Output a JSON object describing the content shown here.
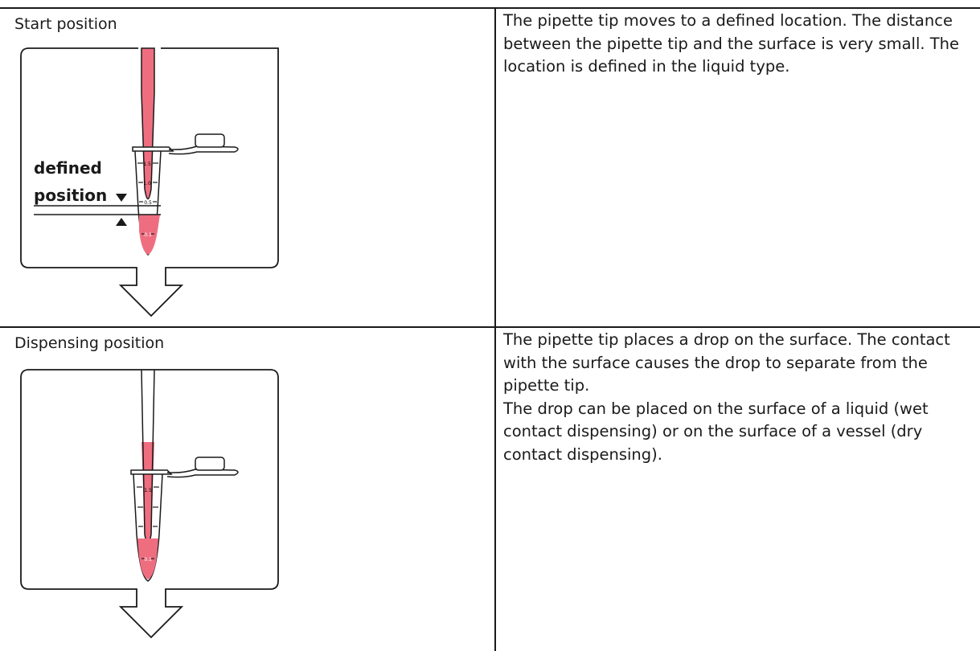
{
  "rows": [
    {
      "title": "Start position",
      "description": [
        "The pipette tip moves to a defined location. The distance between the pipette tip and the surface is very small. The location is defined in the liquid type."
      ],
      "figure": {
        "annotation_line1": "defined",
        "annotation_line2": "position",
        "tube_marks": [
          "1.5",
          "1.0",
          "0.5",
          "0.1"
        ]
      }
    },
    {
      "title": "Dispensing position",
      "description": [
        "The pipette tip places a drop on the surface. The contact with the surface causes the drop to separate from the pipette tip.",
        "The drop can be placed on the surface of a liquid (wet contact dispensing) or on the surface of a vessel (dry contact dispensing)."
      ],
      "figure": {
        "tube_marks": [
          "1.5",
          "0.1"
        ]
      }
    }
  ],
  "colors": {
    "liquid": "#ee6e80",
    "line": "#1a1a1a"
  }
}
